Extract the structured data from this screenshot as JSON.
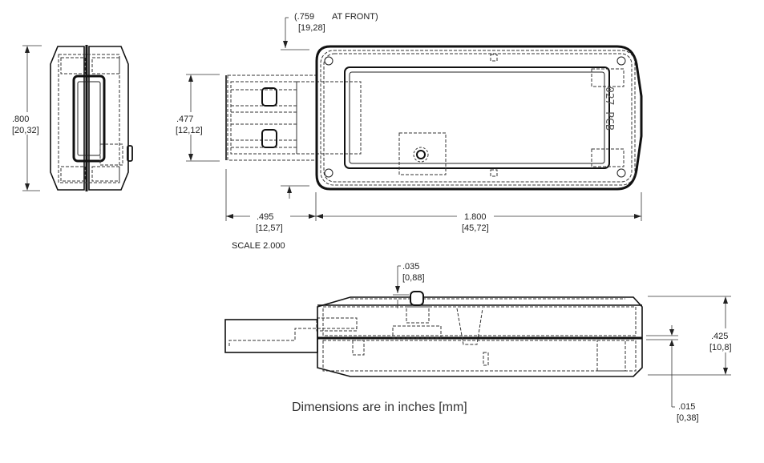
{
  "drawing": {
    "side_view": {
      "dim_height": ".800",
      "dim_height_mm": "[20,32]"
    },
    "top_view": {
      "dim_front": "(.759",
      "dim_front_note": "AT FRONT)",
      "dim_front_mm": "[19,28]",
      "dim_plug_width": ".477",
      "dim_plug_width_mm": "[12,12]",
      "dim_plug_length": ".495",
      "dim_plug_length_mm": "[12,57]",
      "dim_length": "1.800",
      "dim_length_mm": "[45,72]",
      "pcb_label": "027 PCB",
      "scale_label": "SCALE  2.000"
    },
    "front_view": {
      "dim_button": ".035",
      "dim_button_mm": "[0,88]",
      "dim_height": ".425",
      "dim_height_mm": "[10,8]",
      "dim_gap": ".015",
      "dim_gap_mm": "[0,38]"
    },
    "units_note": "Dimensions are in inches [mm]"
  }
}
